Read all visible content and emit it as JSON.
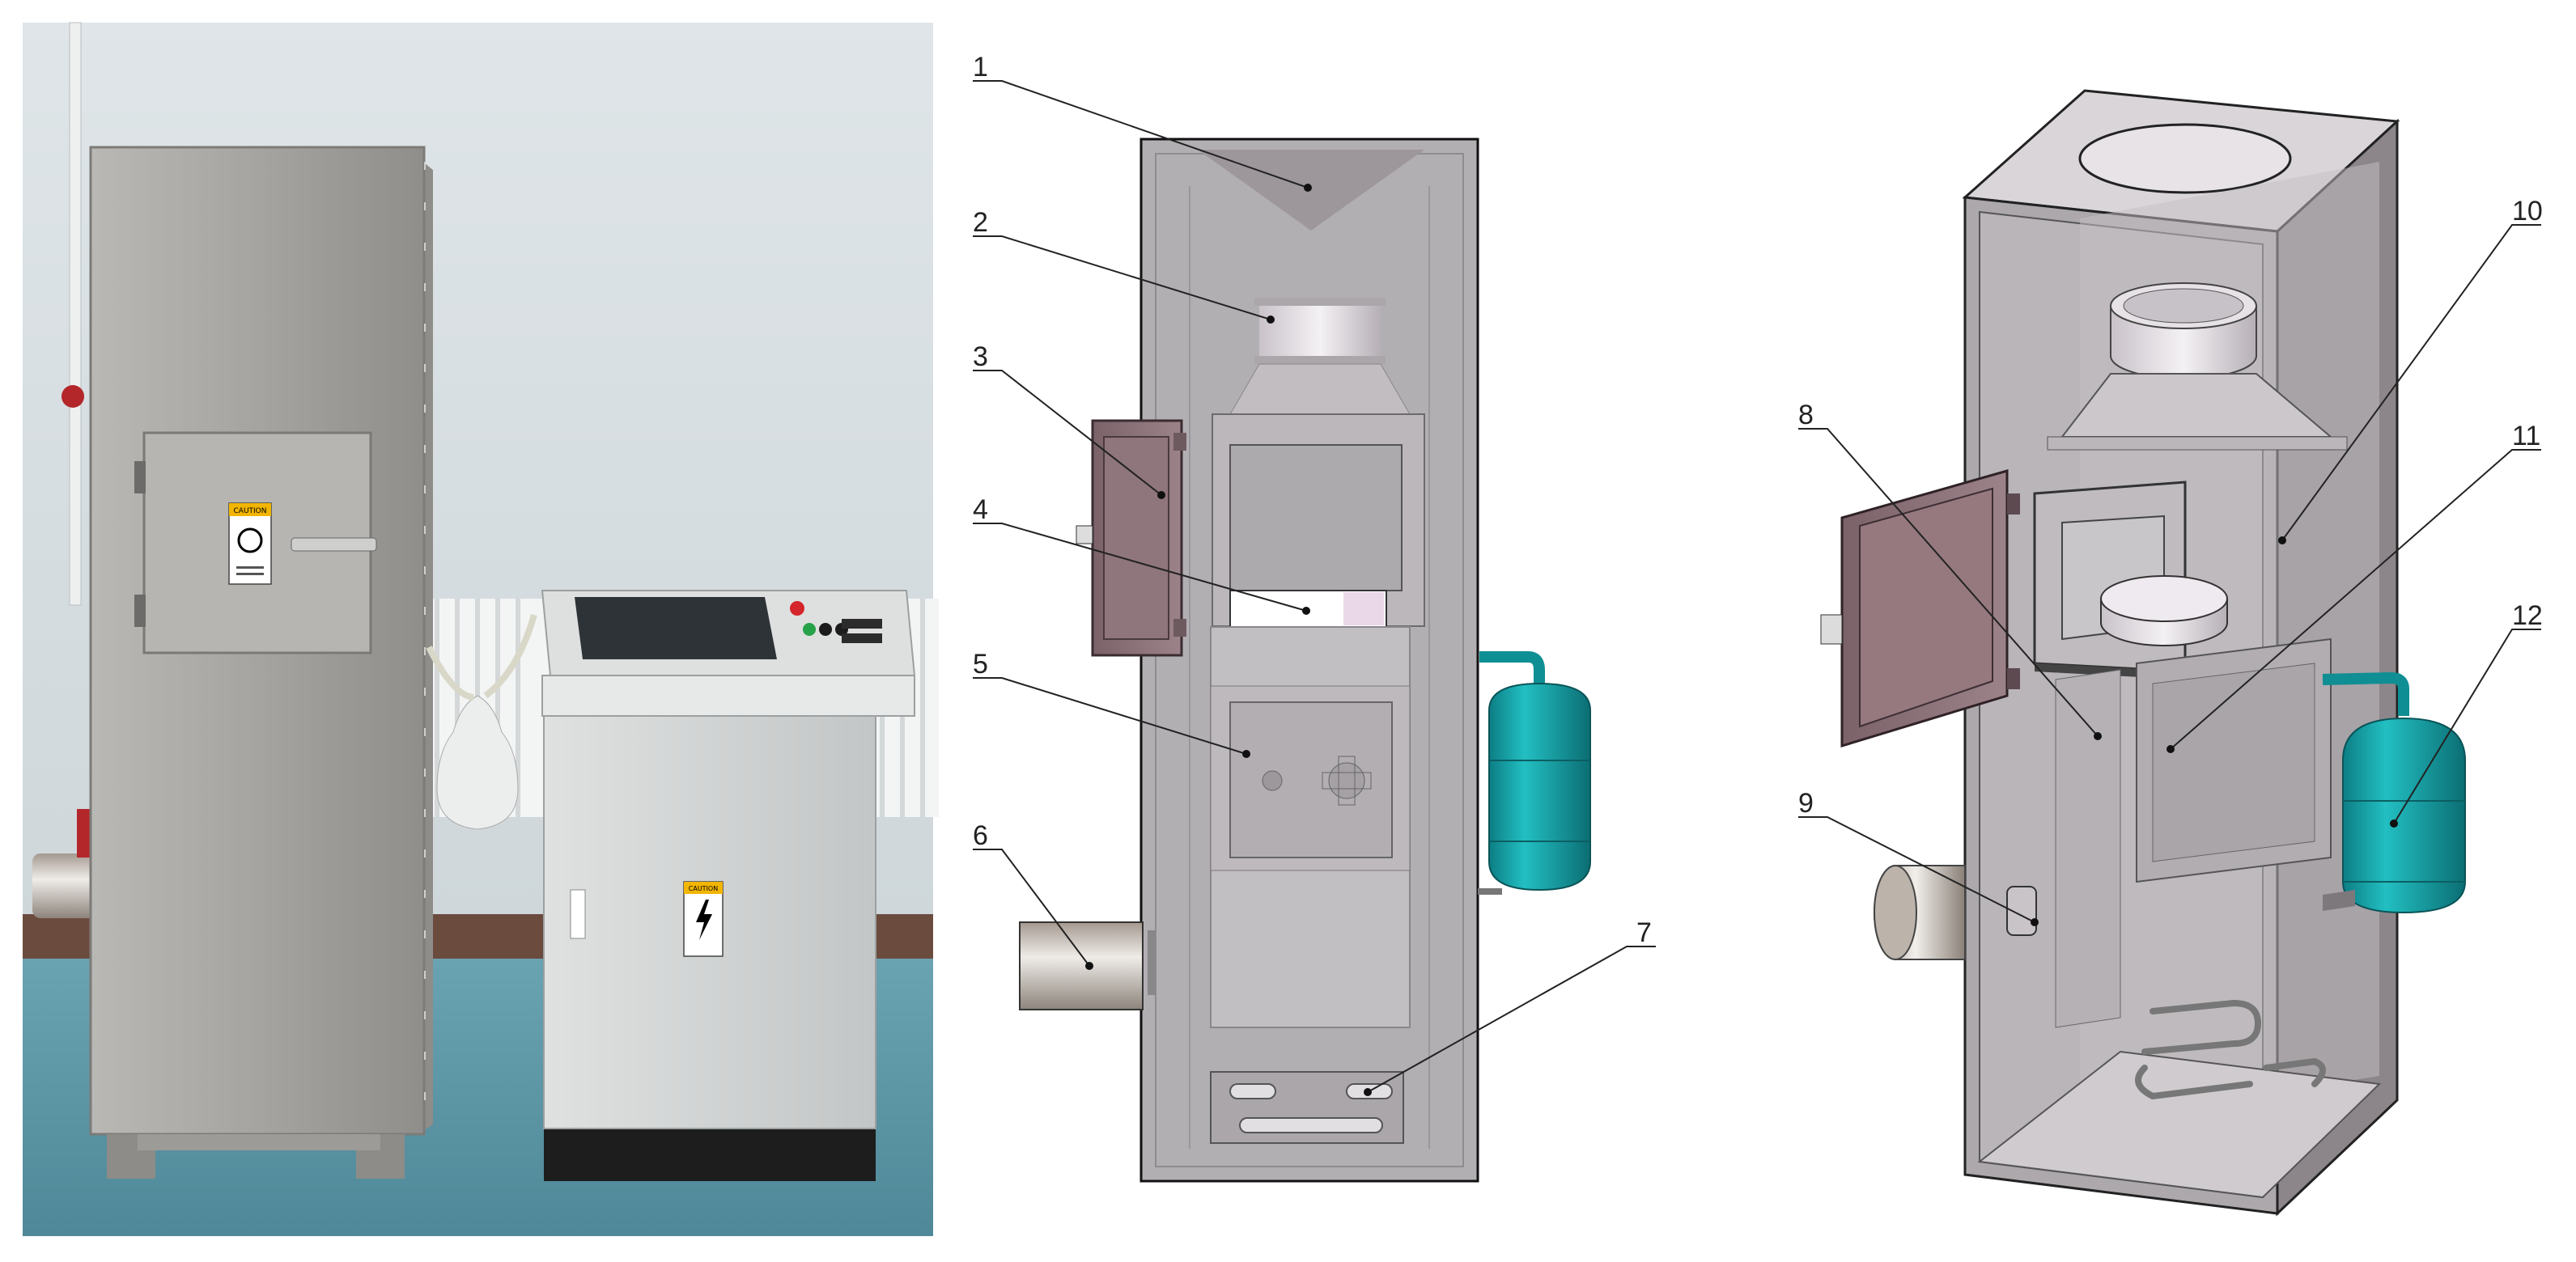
{
  "figure": {
    "photo_labels": {
      "cabinet_caution": "CAUTION",
      "control_caution": "CAUTION"
    },
    "callouts": [
      {
        "id": "1",
        "label": "1"
      },
      {
        "id": "2",
        "label": "2"
      },
      {
        "id": "3",
        "label": "3"
      },
      {
        "id": "4",
        "label": "4"
      },
      {
        "id": "5",
        "label": "5"
      },
      {
        "id": "6",
        "label": "6"
      },
      {
        "id": "7",
        "label": "7"
      },
      {
        "id": "8",
        "label": "8"
      },
      {
        "id": "9",
        "label": "9"
      },
      {
        "id": "10",
        "label": "10"
      },
      {
        "id": "11",
        "label": "11"
      },
      {
        "id": "12",
        "label": "12"
      }
    ]
  },
  "colors": {
    "steel": "#a9a8a6",
    "drawing_gray": "#b4b1b4",
    "door_mauve": "#8a7177",
    "tank_teal": "#13a1a6",
    "floor_blue": "#5c97a6"
  }
}
